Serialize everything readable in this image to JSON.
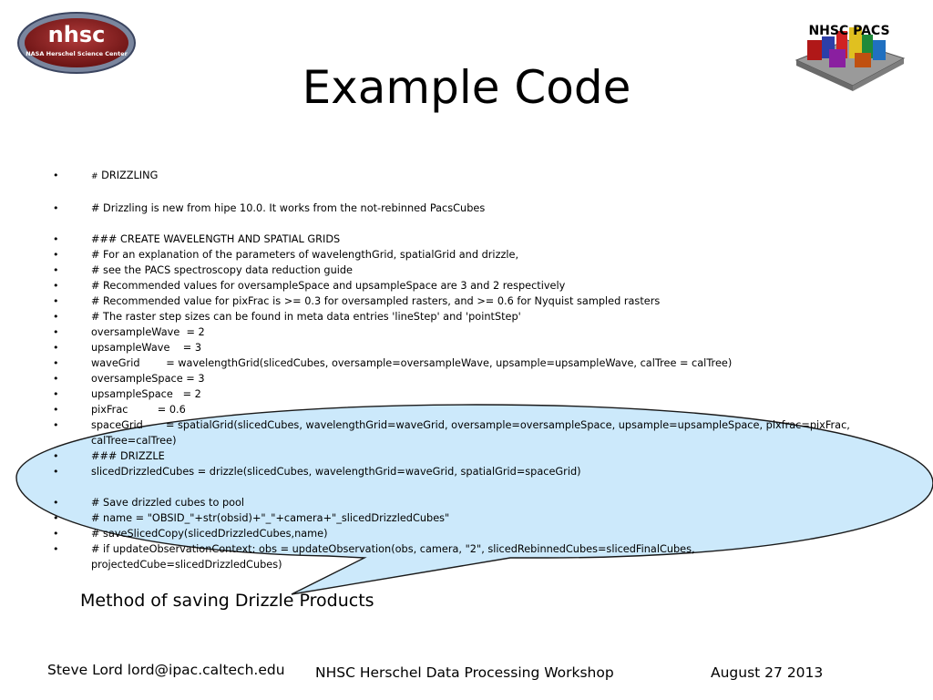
{
  "logos": {
    "nhsc_main": "nhsc",
    "nhsc_sub": "NASA Herschel Science Center",
    "pacs": "NHSC PACS"
  },
  "title": "Example Code",
  "code_lines": [
    {
      "text": "DRIZZLING",
      "hash": "#",
      "gap": false
    },
    {
      "text": "# Drizzling is new from hipe 10.0. It works from the not-rebinned PacsCubes",
      "gap": true
    },
    {
      "text": "### CREATE WAVELENGTH AND SPATIAL GRIDS",
      "gap": true
    },
    {
      "text": "# For an explanation of the parameters of wavelengthGrid, spatialGrid and drizzle,",
      "gap": false
    },
    {
      "text": "# see the PACS spectroscopy data reduction guide",
      "gap": false
    },
    {
      "text": "# Recommended values for oversampleSpace and upsampleSpace are 3 and 2 respectively",
      "gap": false
    },
    {
      "text": "# Recommended value for pixFrac is >= 0.3 for oversampled rasters, and >= 0.6 for Nyquist sampled rasters",
      "gap": false
    },
    {
      "text": "# The raster step sizes can be found in meta data entries 'lineStep' and 'pointStep'",
      "gap": false
    },
    {
      "text": "oversampleWave  = 2",
      "gap": false
    },
    {
      "text": "upsampleWave    = 3",
      "gap": false
    },
    {
      "text": "waveGrid        = wavelengthGrid(slicedCubes, oversample=oversampleWave, upsample=upsampleWave, calTree = calTree)",
      "gap": false
    },
    {
      "text": "oversampleSpace = 3",
      "gap": false
    },
    {
      "text": "upsampleSpace   = 2",
      "gap": false
    },
    {
      "text": "pixFrac         = 0.6",
      "gap": false
    },
    {
      "text": "spaceGrid       = spatialGrid(slicedCubes, wavelengthGrid=waveGrid, oversample=oversampleSpace, upsample=upsampleSpace, pixfrac=pixFrac, calTree=calTree)",
      "gap": false
    },
    {
      "text": "### DRIZZLE",
      "gap": false
    },
    {
      "text": "slicedDrizzledCubes = drizzle(slicedCubes, wavelengthGrid=waveGrid, spatialGrid=spaceGrid)",
      "gap": false
    },
    {
      "text": "# Save drizzled cubes to pool",
      "gap": true
    },
    {
      "text": "# name = \"OBSID_\"+str(obsid)+\"_\"+camera+\"_slicedDrizzledCubes\"",
      "gap": false
    },
    {
      "text": "# saveSlicedCopy(slicedDrizzledCubes,name)",
      "gap": false
    },
    {
      "text": "# if updateObservationContext: obs = updateObservation(obs, camera, \"2\", slicedRebinnedCubes=slicedFinalCubes, projectedCube=slicedDrizzledCubes)",
      "gap": false
    }
  ],
  "caption": "Method of saving Drizzle Products",
  "footer": {
    "author": "Steve Lord lord@ipac.caltech.edu",
    "event": "NHSC Herschel Data Processing Workshop",
    "date": "August 27 2013"
  },
  "colors": {
    "callout_fill": "#cce9fb",
    "callout_stroke": "#1a1a1a",
    "nhsc_red": "#8b1a1a",
    "nhsc_ring": "#6c7a9a"
  }
}
